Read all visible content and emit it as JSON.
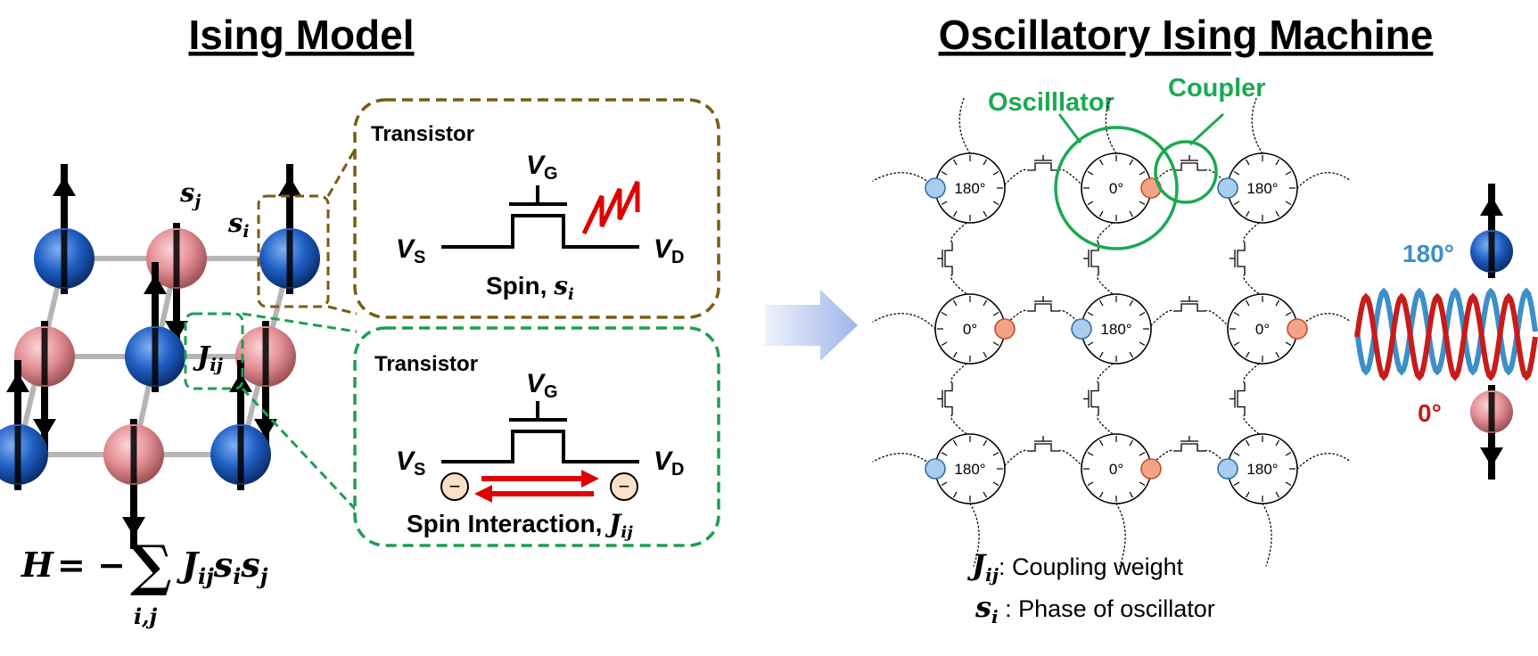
{
  "left": {
    "title": "Ising Model",
    "transistor_label": "Transistor",
    "transistor_label_2": "Transistor",
    "vg": "V",
    "vg_sub": "G",
    "vs": "V",
    "vs_sub": "S",
    "vd": "V",
    "vd_sub": "D",
    "vg2": "V",
    "vg2_sub": "G",
    "vs2": "V",
    "vs2_sub": "S",
    "vd2": "V",
    "vd2_sub": "D",
    "spin_caption": "Spin, ",
    "spin_symbol": "s",
    "spin_symbol_sub": "i",
    "interaction_caption": "Spin Interaction, ",
    "interaction_symbol": "J",
    "interaction_symbol_sub": "ij",
    "label_sj": "s",
    "label_sj_sub": "j",
    "label_si": "s",
    "label_si_sub": "i",
    "label_jij": "J",
    "label_jij_sub": "ij",
    "hamiltonian": {
      "lhs": "H",
      "eq": "= −",
      "sigma": "∑",
      "sum_index": "i,j",
      "J": "J",
      "J_sub": "ij",
      "s1": "s",
      "s1_sub": "i",
      "s2": "s",
      "s2_sub": "j"
    },
    "minus_sign": "−",
    "minus_sign_2": "−"
  },
  "right": {
    "title": "Oscillatory Ising Machine",
    "oscillator_label": "Oscilllator",
    "coupler_label": "Coupler",
    "phases": [
      "180°",
      "0°",
      "180°",
      "0°",
      "180°",
      "0°",
      "180°",
      "0°",
      "180°"
    ],
    "legend_180": "180°",
    "legend_0": "0°",
    "key_J": "J",
    "key_J_sub": "ij",
    "key_J_text": ": Coupling weight",
    "key_s": "s",
    "key_s_sub": "i",
    "key_s_text": " : Phase of oscillator"
  },
  "colors": {
    "blue_spin": "#1f5fc4",
    "pink_spin": "#e38e93",
    "olive_box": "#7a5c12",
    "green_box": "#1f9e52",
    "red": "#e00000",
    "wave_blue": "#3d8fc9",
    "wave_red": "#c61c1c",
    "osc_blue_dot": "#a9cdee",
    "osc_orange_dot": "#f4a486",
    "arrow_blue": "#b9c9ee"
  },
  "icons": [
    "spin-up-arrow",
    "spin-down-arrow",
    "transistor-symbol",
    "sawtooth-wave",
    "electron-icon",
    "bidirectional-arrow",
    "right-arrow",
    "sine-wave"
  ]
}
